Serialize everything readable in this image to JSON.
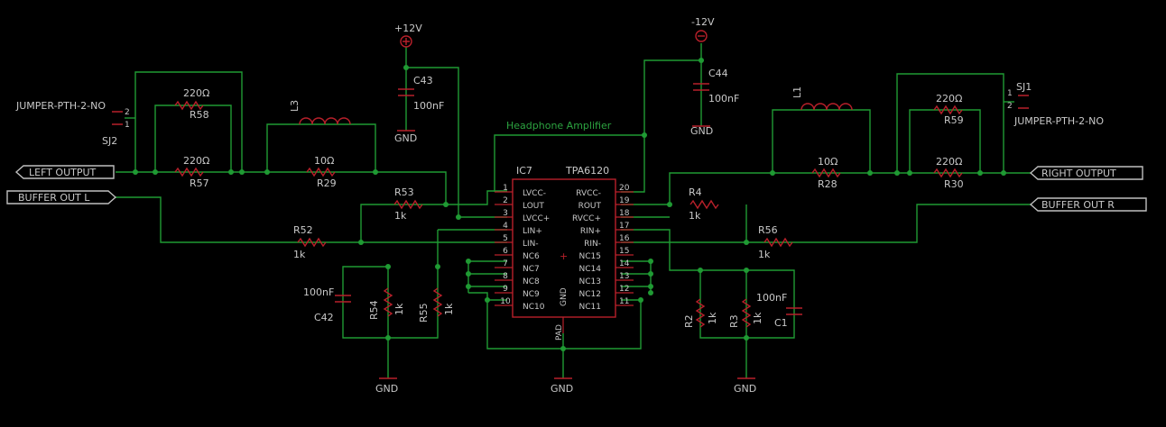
{
  "title": "Headphone Amplifier",
  "power": {
    "pos": "+12V",
    "neg": "-12V",
    "gnd": "GND"
  },
  "ports": {
    "left_output": "LEFT OUTPUT",
    "buffer_out_l": "BUFFER OUT L",
    "right_output": "RIGHT OUTPUT",
    "buffer_out_r": "BUFFER OUT R"
  },
  "jumpers": {
    "sj2": {
      "name": "SJ2",
      "part": "JUMPER-PTH-2-NO",
      "p1": "1",
      "p2": "2"
    },
    "sj1": {
      "name": "SJ1",
      "part": "JUMPER-PTH-2-NO",
      "p1": "1",
      "p2": "2"
    }
  },
  "resistors": {
    "r58": {
      "name": "R58",
      "value": "220Ω"
    },
    "r57": {
      "name": "R57",
      "value": "220Ω"
    },
    "r29": {
      "name": "R29",
      "value": "10Ω"
    },
    "r53": {
      "name": "R53",
      "value": "1k"
    },
    "r52": {
      "name": "R52",
      "value": "1k"
    },
    "r54": {
      "name": "R54",
      "value": "1k"
    },
    "r55": {
      "name": "R55",
      "value": "1k"
    },
    "r4": {
      "name": "R4",
      "value": "1k"
    },
    "r56": {
      "name": "R56",
      "value": "1k"
    },
    "r2": {
      "name": "R2",
      "value": "1k"
    },
    "r3": {
      "name": "R3",
      "value": "1k"
    },
    "r28": {
      "name": "R28",
      "value": "10Ω"
    },
    "r59": {
      "name": "R59",
      "value": "220Ω"
    },
    "r30": {
      "name": "R30",
      "value": "220Ω"
    }
  },
  "inductors": {
    "l3": "L3",
    "l1": "L1"
  },
  "capacitors": {
    "c43": {
      "name": "C43",
      "value": "100nF"
    },
    "c44": {
      "name": "C44",
      "value": "100nF"
    },
    "c42": {
      "name": "C42",
      "value": "100nF"
    },
    "c1": {
      "name": "C1",
      "value": "100nF"
    }
  },
  "ic": {
    "ref": "IC7",
    "part": "TPA6120",
    "left_pins": [
      {
        "num": "1",
        "name": "LVCC-"
      },
      {
        "num": "2",
        "name": "LOUT"
      },
      {
        "num": "3",
        "name": "LVCC+"
      },
      {
        "num": "4",
        "name": "LIN+"
      },
      {
        "num": "5",
        "name": "LIN-"
      },
      {
        "num": "6",
        "name": "NC6"
      },
      {
        "num": "7",
        "name": "NC7"
      },
      {
        "num": "8",
        "name": "NC8"
      },
      {
        "num": "9",
        "name": "NC9"
      },
      {
        "num": "10",
        "name": "NC10"
      }
    ],
    "right_pins": [
      {
        "num": "20",
        "name": "RVCC-"
      },
      {
        "num": "19",
        "name": "ROUT"
      },
      {
        "num": "18",
        "name": "RVCC+"
      },
      {
        "num": "17",
        "name": "RIN+"
      },
      {
        "num": "16",
        "name": "RIN-"
      },
      {
        "num": "15",
        "name": "NC15"
      },
      {
        "num": "14",
        "name": "NC14"
      },
      {
        "num": "13",
        "name": "NC13"
      },
      {
        "num": "12",
        "name": "NC12"
      },
      {
        "num": "11",
        "name": "NC11"
      }
    ],
    "gnd_label": "GND",
    "pad_label": "PAD"
  },
  "colors": {
    "wire": "#1f9a33",
    "part": "#b8202a",
    "text": "#c8c8c8",
    "background": "#000000"
  }
}
